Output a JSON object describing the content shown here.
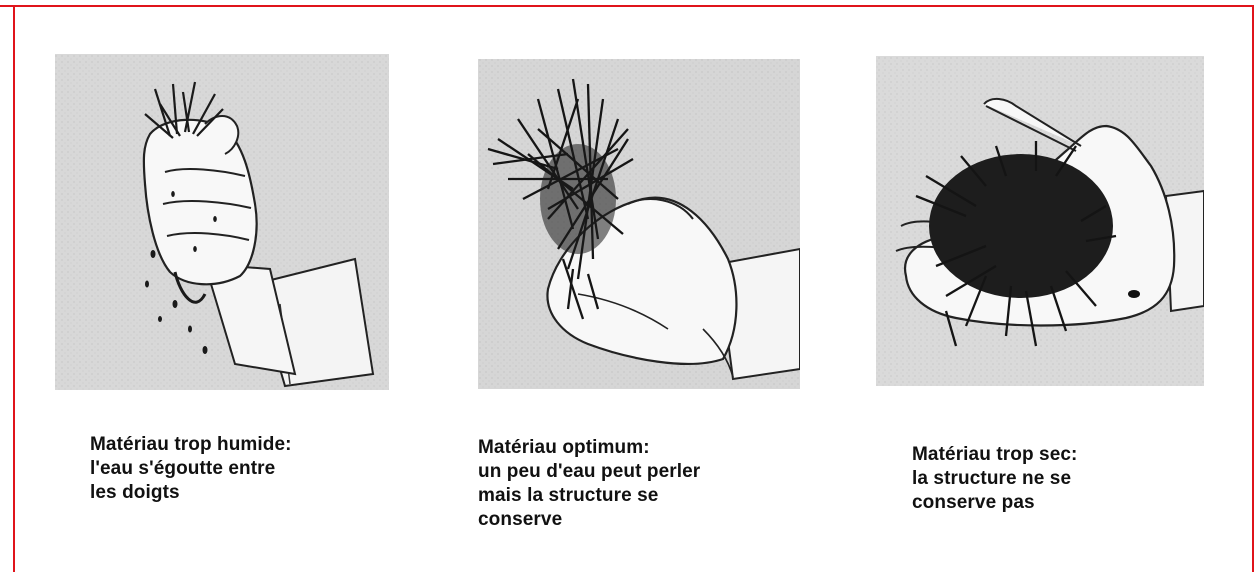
{
  "panels": [
    {
      "illustration": "hand-squeezing-wet-material",
      "caption_lines": [
        "Matériau trop humide:",
        "l'eau s'égoutte entre",
        "les doigts"
      ]
    },
    {
      "illustration": "hand-holding-optimum-material",
      "caption_lines": [
        "Matériau optimum:",
        "un peu d'eau peut perler",
        "mais la structure se",
        "conserve"
      ]
    },
    {
      "illustration": "open-hand-dry-material",
      "caption_lines": [
        "Matériau trop sec:",
        "la structure ne se",
        "conserve pas"
      ]
    }
  ],
  "colors": {
    "frame": "#e0141b",
    "panel_background": "#d9d9d9",
    "ink": "#111111"
  }
}
